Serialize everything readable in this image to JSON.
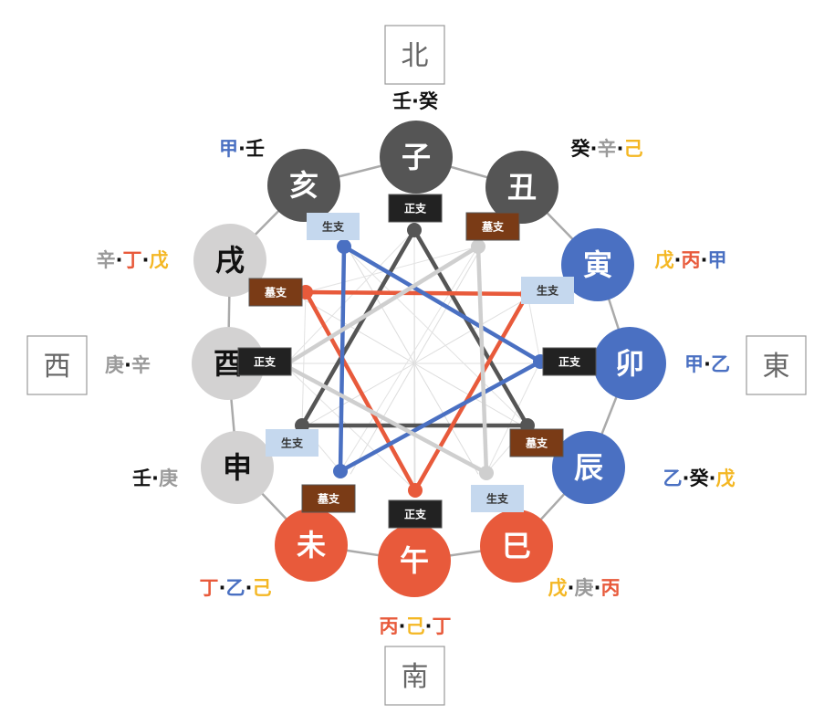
{
  "colors": {
    "dark": "#555555",
    "blue": "#4a70c2",
    "red": "#e85a3b",
    "light": "#d3d2d2",
    "yellow": "#f4b723",
    "gray": "#9a9a9a",
    "black": "#111111",
    "tag_main": "#222222",
    "tag_birth": "#c5d8ee",
    "tag_tomb": "#7a3b16"
  },
  "directions": {
    "north": "北",
    "south": "南",
    "east": "東",
    "west": "西"
  },
  "separator": "·",
  "branches": [
    {
      "label": "子",
      "group": "dark",
      "tag": {
        "text": "正支",
        "type": "main"
      },
      "stems": [
        {
          "t": "壬",
          "c": "black"
        },
        {
          "t": "癸",
          "c": "black"
        }
      ]
    },
    {
      "label": "丑",
      "group": "dark",
      "tag": {
        "text": "墓支",
        "type": "tomb"
      },
      "stems": [
        {
          "t": "癸",
          "c": "black"
        },
        {
          "t": "辛",
          "c": "gray"
        },
        {
          "t": "己",
          "c": "yellow"
        }
      ]
    },
    {
      "label": "寅",
      "group": "blue",
      "tag": {
        "text": "生支",
        "type": "birth"
      },
      "stems": [
        {
          "t": "戊",
          "c": "yellow"
        },
        {
          "t": "丙",
          "c": "red"
        },
        {
          "t": "甲",
          "c": "blue"
        }
      ]
    },
    {
      "label": "卯",
      "group": "blue",
      "tag": {
        "text": "正支",
        "type": "main"
      },
      "stems": [
        {
          "t": "甲",
          "c": "blue"
        },
        {
          "t": "乙",
          "c": "blue"
        }
      ]
    },
    {
      "label": "辰",
      "group": "blue",
      "tag": {
        "text": "墓支",
        "type": "tomb"
      },
      "stems": [
        {
          "t": "乙",
          "c": "blue"
        },
        {
          "t": "癸",
          "c": "black"
        },
        {
          "t": "戊",
          "c": "yellow"
        }
      ]
    },
    {
      "label": "巳",
      "group": "red",
      "tag": {
        "text": "生支",
        "type": "birth"
      },
      "stems": [
        {
          "t": "戊",
          "c": "yellow"
        },
        {
          "t": "庚",
          "c": "gray"
        },
        {
          "t": "丙",
          "c": "red"
        }
      ]
    },
    {
      "label": "午",
      "group": "red",
      "tag": {
        "text": "正支",
        "type": "main"
      },
      "stems": [
        {
          "t": "丙",
          "c": "red"
        },
        {
          "t": "己",
          "c": "yellow"
        },
        {
          "t": "丁",
          "c": "red"
        }
      ]
    },
    {
      "label": "未",
      "group": "red",
      "tag": {
        "text": "墓支",
        "type": "tomb"
      },
      "stems": [
        {
          "t": "丁",
          "c": "red"
        },
        {
          "t": "乙",
          "c": "blue"
        },
        {
          "t": "己",
          "c": "yellow"
        }
      ]
    },
    {
      "label": "申",
      "group": "light",
      "tag": {
        "text": "生支",
        "type": "birth"
      },
      "stems": [
        {
          "t": "壬",
          "c": "black"
        },
        {
          "t": "庚",
          "c": "gray"
        }
      ]
    },
    {
      "label": "酉",
      "group": "light",
      "tag": {
        "text": "正支",
        "type": "main"
      },
      "stems": [
        {
          "t": "庚",
          "c": "gray"
        },
        {
          "t": "辛",
          "c": "gray"
        }
      ]
    },
    {
      "label": "戌",
      "group": "light",
      "tag": {
        "text": "墓支",
        "type": "tomb"
      },
      "stems": [
        {
          "t": "辛",
          "c": "gray"
        },
        {
          "t": "丁",
          "c": "red"
        },
        {
          "t": "戊",
          "c": "yellow"
        }
      ]
    },
    {
      "label": "亥",
      "group": "dark",
      "tag": {
        "text": "生支",
        "type": "birth"
      },
      "stems": [
        {
          "t": "甲",
          "c": "blue"
        },
        {
          "t": "壬",
          "c": "black"
        }
      ]
    }
  ],
  "triangles": [
    {
      "name": "water",
      "color": "dark"
    },
    {
      "name": "fire",
      "color": "red"
    },
    {
      "name": "wood",
      "color": "blue"
    },
    {
      "name": "metal",
      "color": "light"
    }
  ]
}
